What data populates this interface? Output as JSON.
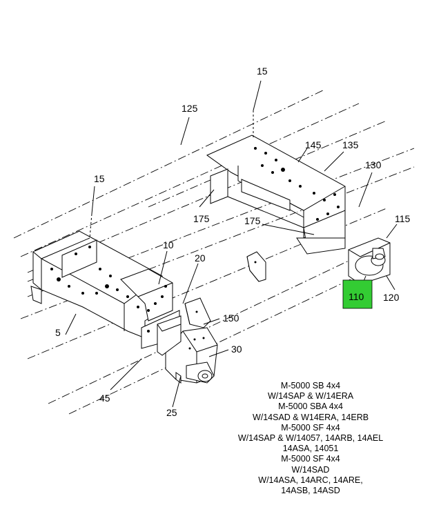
{
  "callouts": {
    "c15_top": "15",
    "c125": "125",
    "c145": "145",
    "c135": "135",
    "c130": "130",
    "c15_left": "15",
    "c175_a": "175",
    "c175_b": "175",
    "c115": "115",
    "c10": "10",
    "c20": "20",
    "c110": "110",
    "c120": "120",
    "c150": "150",
    "c5": "5",
    "c30": "30",
    "c45": "45",
    "c25": "25"
  },
  "highlight": {
    "part": "110",
    "color": "#33cc33"
  },
  "model_notes": [
    "M-5000 SB 4x4",
    "W/14SAP & W/14ERA",
    "M-5000 SBA 4x4",
    "W/14SAD & W14ERA, 14ERB",
    "M-5000 SF 4x4",
    "W/14SAP & W/14057, 14ARB, 14AEL",
    "14ASA, 14051",
    "M-5000 SF 4x4",
    "W/14SAD",
    "W/14ASA, 14ARC, 14ARE,",
    "14ASB, 14ASD"
  ]
}
